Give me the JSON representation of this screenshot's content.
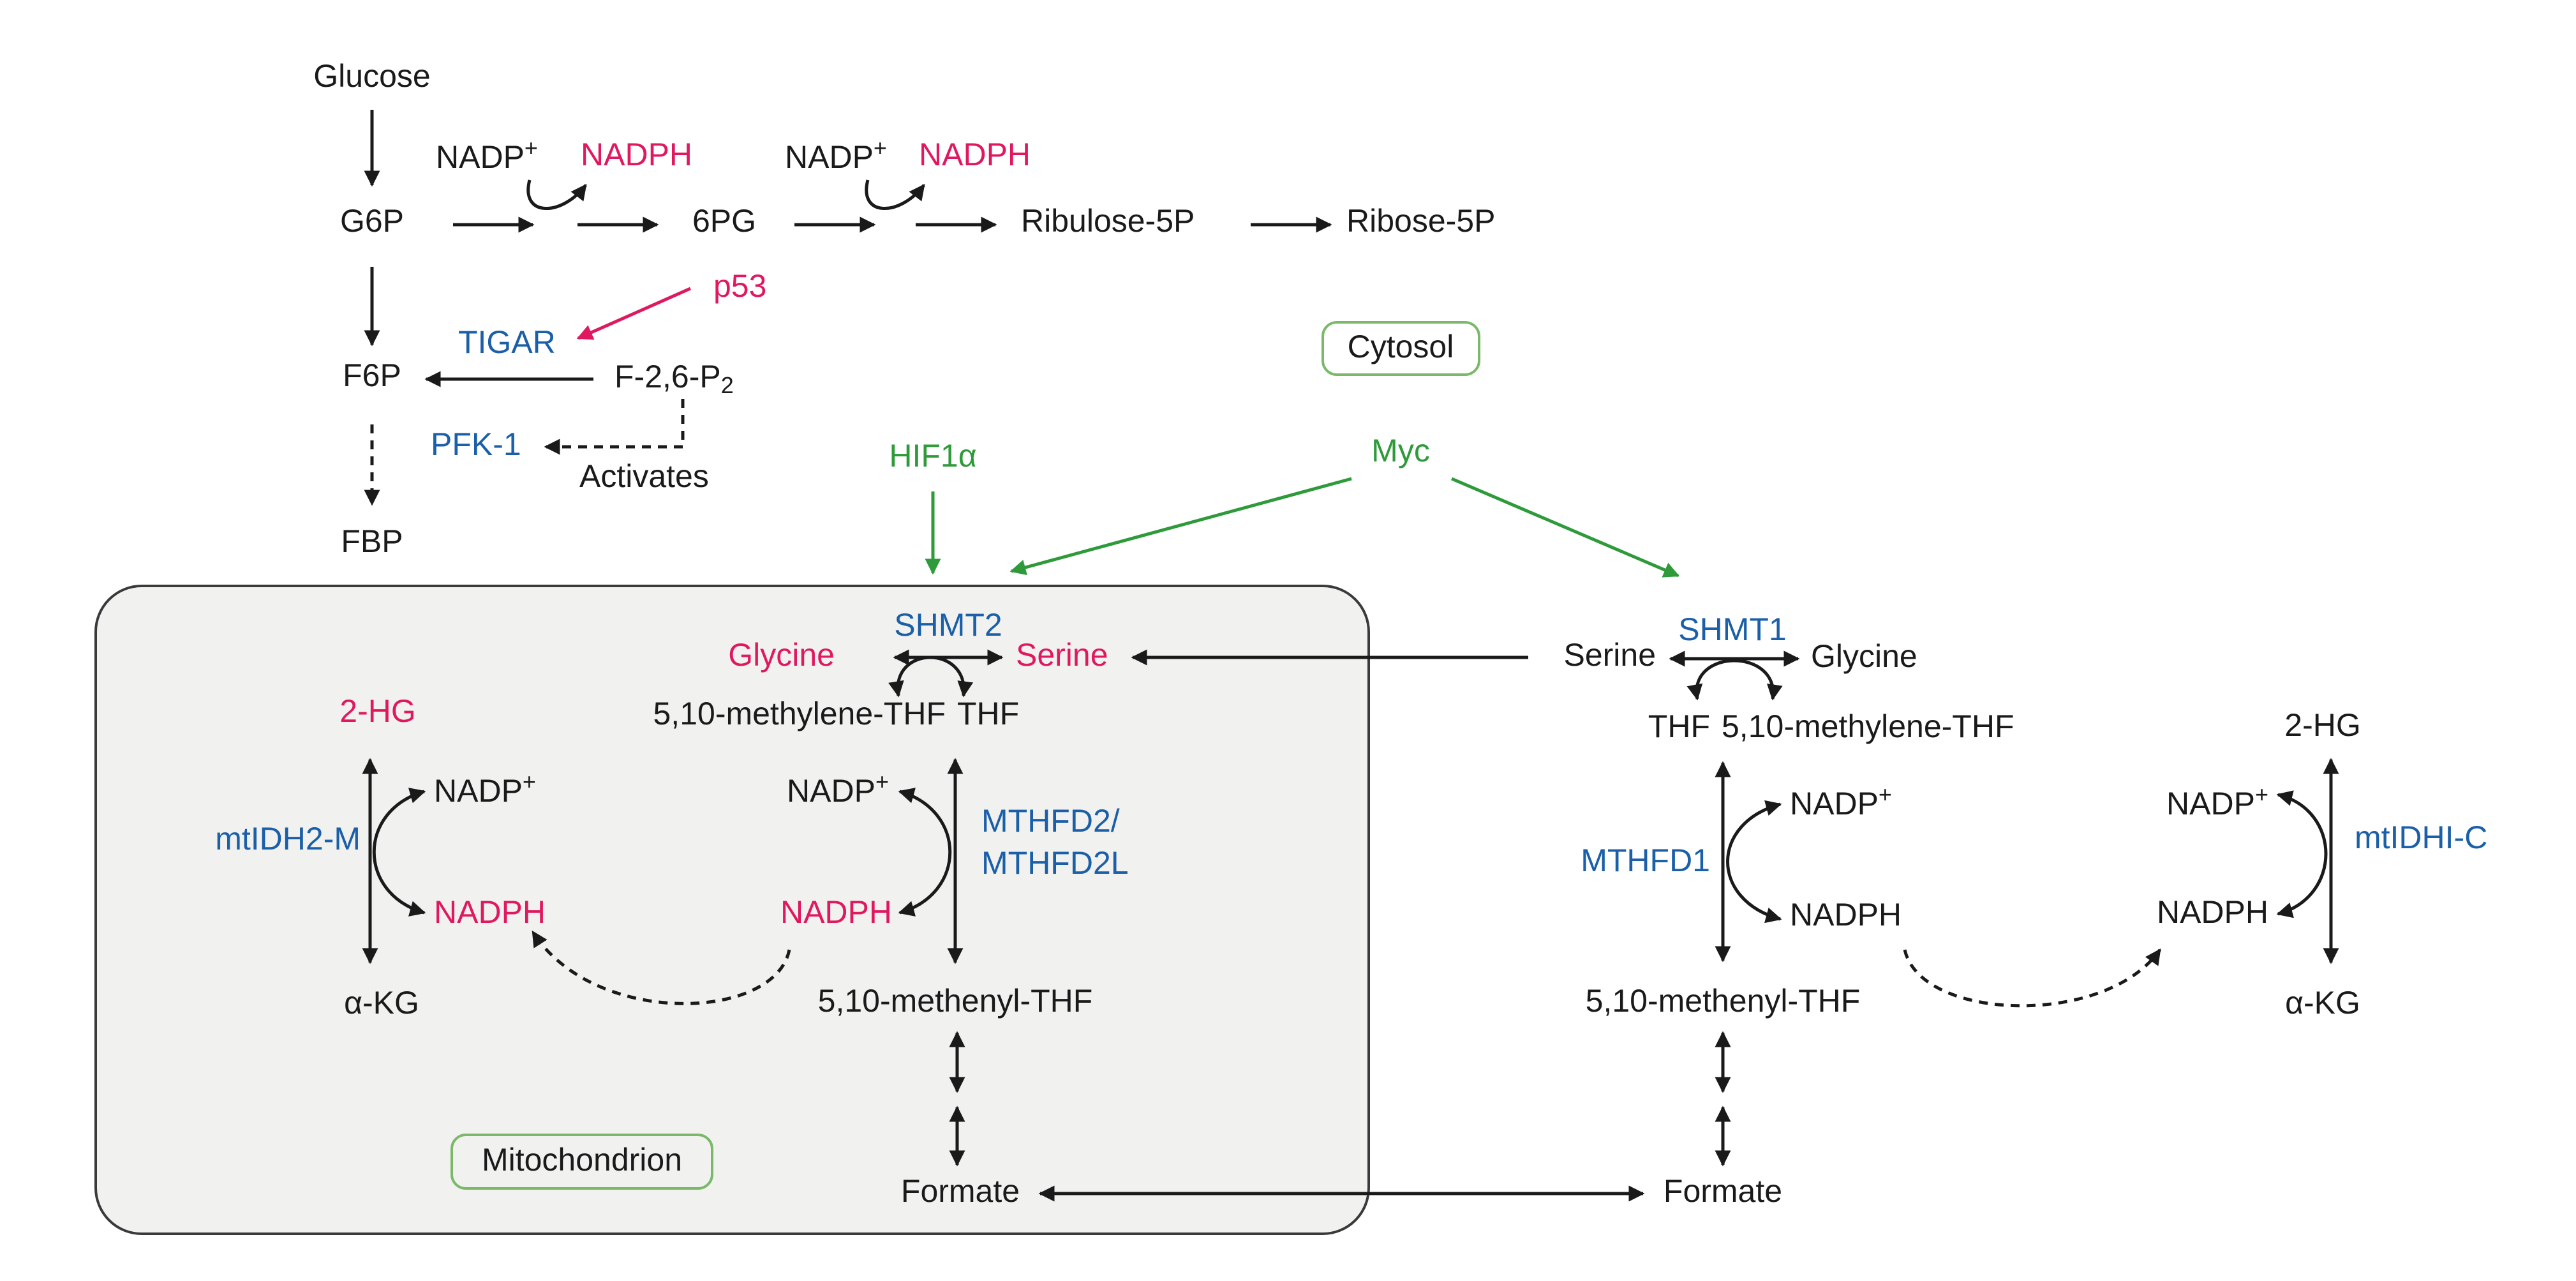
{
  "colors": {
    "text": "#1a1a1a",
    "highlight": "#e0185f",
    "enzyme": "#1a5fa8",
    "regulator": "#2e9a3a",
    "mito_fill": "#f1f1ef",
    "mito_border": "#3a3a3a",
    "compartment_label_border": "#7ab86a"
  },
  "cytosol_top": {
    "glucose": "Glucose",
    "g6p": "G6P",
    "sixpg": "6PG",
    "ribulose5p": "Ribulose-5P",
    "ribose5p": "Ribose-5P",
    "nadp_1": "NADP",
    "nadph_1": "NADPH",
    "nadp_2": "NADP",
    "nadph_2": "NADPH",
    "plus": "+",
    "f6p": "F6P",
    "p53": "p53",
    "tigar": "TIGAR",
    "f26p2": "F-2,6-P",
    "f26p2_sub": "2",
    "pfk1": "PFK-1",
    "activates": "Activates",
    "fbp": "FBP"
  },
  "compartments": {
    "cytosol": "Cytosol",
    "mitochondrion": "Mitochondrion"
  },
  "regulators": {
    "hif1a": "HIF1α",
    "myc": "Myc"
  },
  "mito": {
    "shmt2": "SHMT2",
    "glycine": "Glycine",
    "serine": "Serine",
    "methylene_thf": "5,10-methylene-THF",
    "thf": "THF",
    "two_hg": "2-HG",
    "nadp_left": "NADP",
    "nadph_left": "NADPH",
    "mtidh2": "mtIDH2-M",
    "akg": "α-KG",
    "nadp_right": "NADP",
    "nadph_right": "NADPH",
    "mthfd2_line1": "MTHFD2/",
    "mthfd2_line2": "MTHFD2L",
    "methenyl_thf": "5,10-methenyl-THF",
    "formate": "Formate"
  },
  "cyto": {
    "serine": "Serine",
    "shmt1": "SHMT1",
    "glycine": "Glycine",
    "thf": "THF",
    "methylene_thf": "5,10-methylene-THF",
    "mthfd1": "MTHFD1",
    "nadp": "NADP",
    "nadph": "NADPH",
    "methenyl_thf": "5,10-methenyl-THF",
    "formate": "Formate",
    "two_hg": "2-HG",
    "nadp_right": "NADP",
    "nadph_right": "NADPH",
    "mtidhi_c": "mtIDHI-C",
    "akg": "α-KG"
  }
}
